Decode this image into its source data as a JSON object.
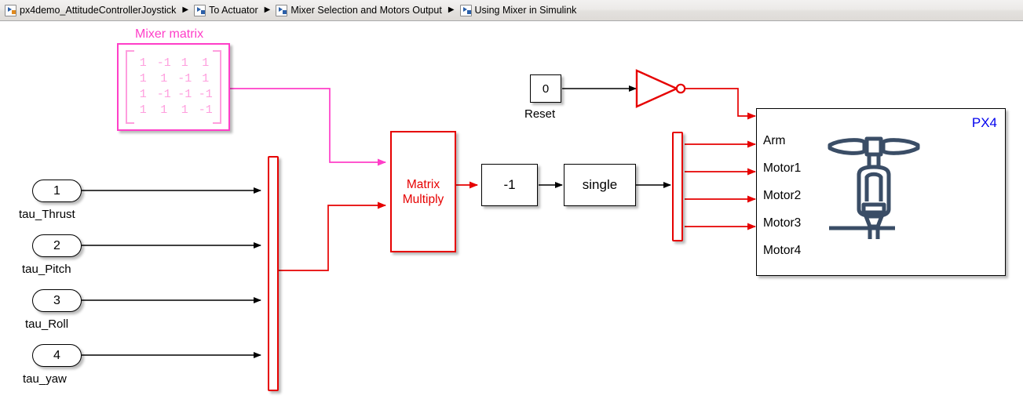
{
  "breadcrumb": {
    "items": [
      {
        "label": "px4demo_AttitudeControllerJoystick",
        "icon": "subsystem-icon"
      },
      {
        "label": "To Actuator",
        "icon": "subsystem-icon"
      },
      {
        "label": "Mixer Selection and Motors Output",
        "icon": "subsystem-icon"
      },
      {
        "label": "Using Mixer in Simulink",
        "icon": "subsystem-icon"
      }
    ],
    "separator": "▶"
  },
  "colors": {
    "annotation_pink": "#ff3ec8",
    "matrix_text_pink": "#ff9ede",
    "signal_red": "#e60000",
    "px4_blue": "#0000ee",
    "drone_navy": "#3a4d66",
    "wire_black": "#000000"
  },
  "diagram": {
    "inports": [
      {
        "number": "1",
        "label": "tau_Thrust"
      },
      {
        "number": "2",
        "label": "tau_Pitch"
      },
      {
        "number": "3",
        "label": "tau_Roll"
      },
      {
        "number": "4",
        "label": "tau_yaw"
      }
    ],
    "mixer_matrix": {
      "title": "Mixer matrix",
      "rows": [
        [
          "1",
          "-1",
          "1",
          "1"
        ],
        [
          "1",
          "1",
          "-1",
          "1"
        ],
        [
          "1",
          "-1",
          "-1",
          "-1"
        ],
        [
          "1",
          "1",
          "1",
          "-1"
        ]
      ]
    },
    "mux_block": {
      "name": "Mux"
    },
    "matrix_multiply": {
      "line1": "Matrix",
      "line2": "Multiply"
    },
    "gain_block": {
      "value": "-1"
    },
    "data_type_block": {
      "value": "single"
    },
    "reset_constant": {
      "value": "0",
      "label": "Reset"
    },
    "not_gate": {
      "name": "NOT"
    },
    "demux_block": {
      "name": "Demux"
    },
    "px4_block": {
      "label": "PX4",
      "ports": [
        "Arm",
        "Motor1",
        "Motor2",
        "Motor3",
        "Motor4"
      ],
      "icon": "quadrotor-motor-icon"
    }
  }
}
